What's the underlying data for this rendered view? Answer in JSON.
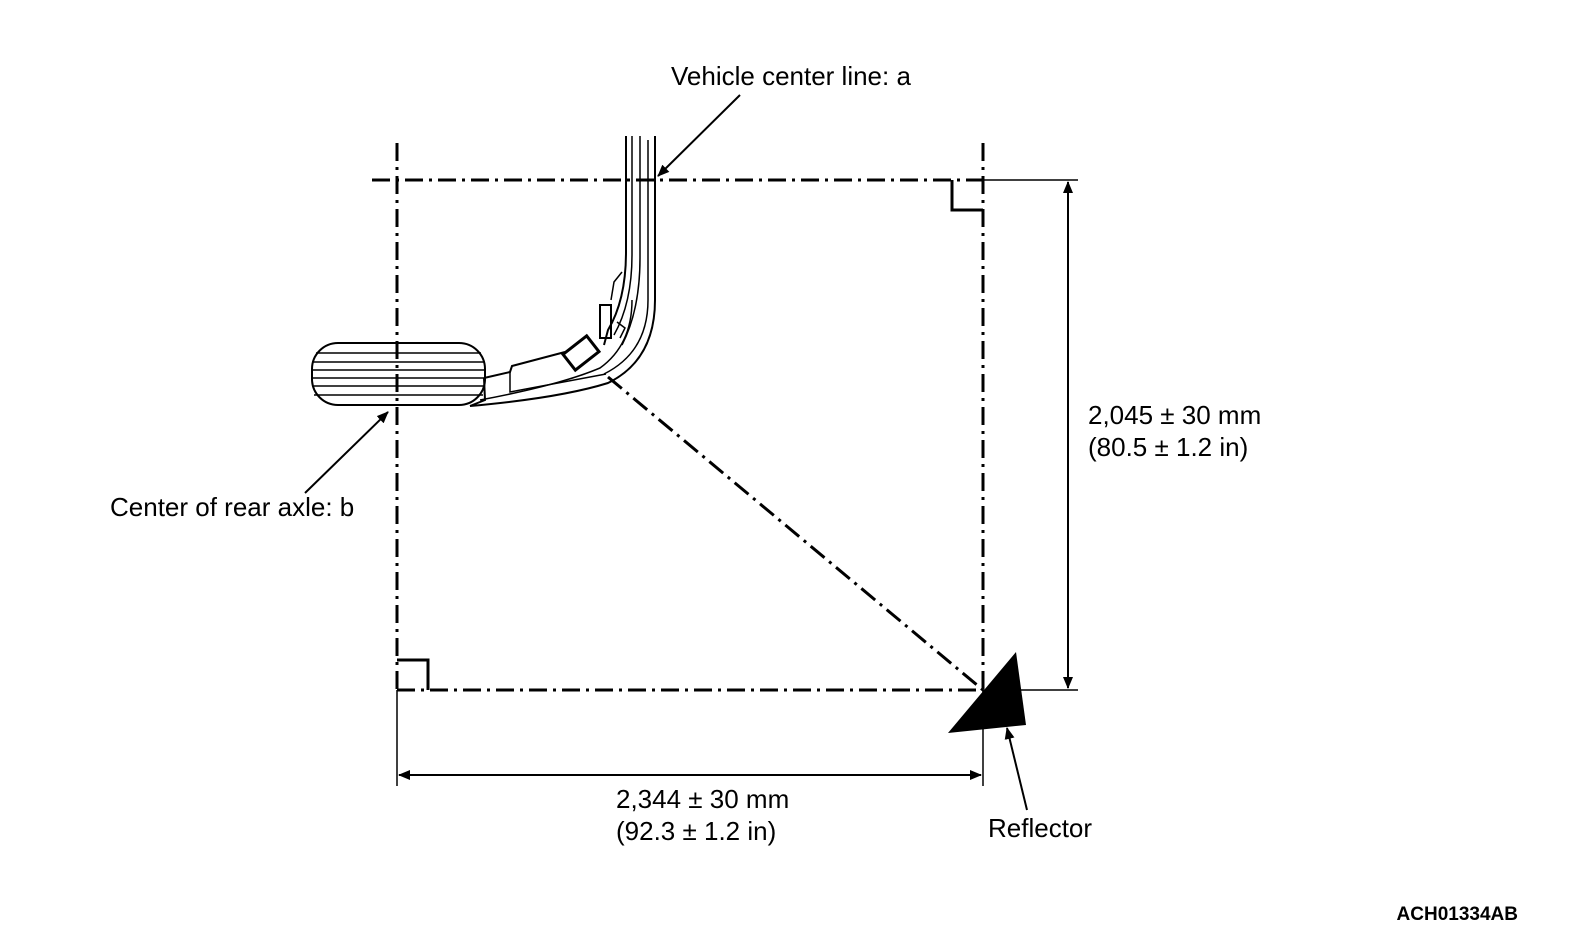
{
  "labels": {
    "vehicle_center_line": "Vehicle center line: a",
    "rear_axle_center": "Center of rear axle: b",
    "reflector": "Reflector"
  },
  "dimensions": {
    "vertical": {
      "mm": "2,045 ± 30 mm",
      "in": "(80.5 ± 1.2 in)"
    },
    "horizontal": {
      "mm": "2,344 ± 30 mm",
      "in": "(92.3 ± 1.2 in)"
    }
  },
  "figure_code": "ACH01334AB"
}
